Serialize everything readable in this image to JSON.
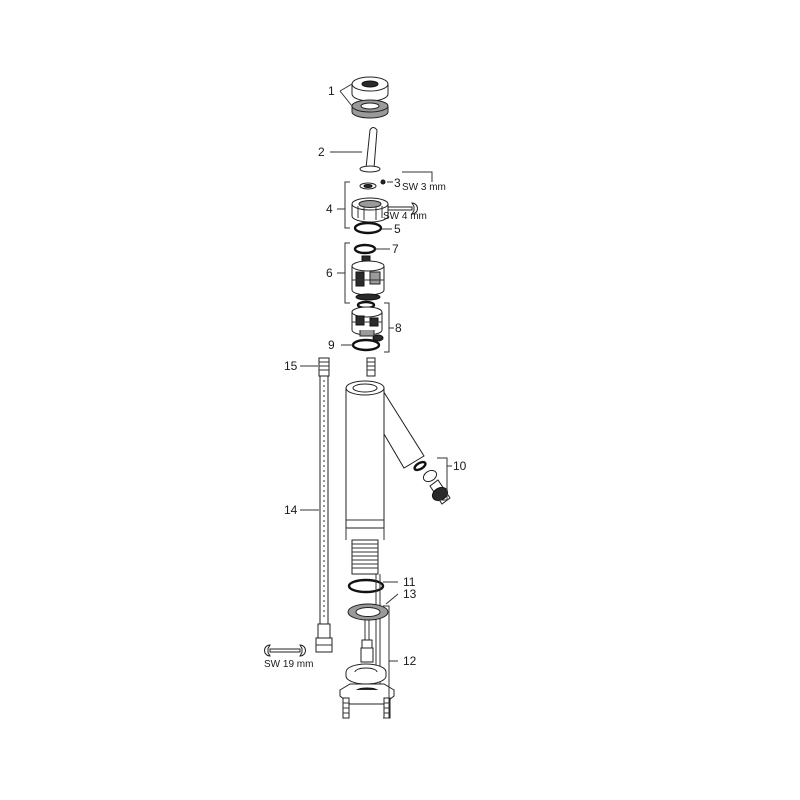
{
  "callouts": {
    "p1": "1",
    "p2": "2",
    "p3": "3",
    "p4": "4",
    "p5": "5",
    "p6": "6",
    "p7": "7",
    "p8": "8",
    "p9": "9",
    "p10": "10",
    "p11": "11",
    "p12": "12",
    "p13": "13",
    "p14": "14",
    "p15": "15"
  },
  "tools": {
    "sw3": "SW 3 mm",
    "sw4": "SW 4 mm",
    "sw19": "SW 19 mm"
  }
}
